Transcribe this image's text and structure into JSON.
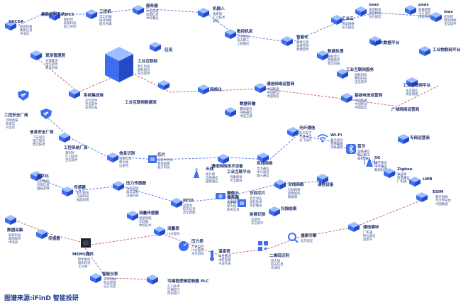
{
  "source": "图谱来源:iFinD 智能投研",
  "colors": {
    "line_blue": "#2b54d6",
    "line_red": "#b5345a",
    "node": "#3f6df0",
    "node_light": "#9cc0ff"
  },
  "nodes": [
    {
      "id": "sacda",
      "label": "SACDA",
      "items": [
        "航新科技",
        "赛意信息",
        "中海达"
      ]
    },
    {
      "id": "scada",
      "label": "集散控制系统DCS",
      "items": [
        "和利时",
        "航新科技",
        "浙江中控"
      ]
    },
    {
      "id": "ipc",
      "label": "工控机",
      "items": [
        "华工机械",
        "研祥智能",
        "航天长峰"
      ]
    },
    {
      "id": "server",
      "label": "服务器",
      "items": [
        "中国长城",
        "浪潮信息",
        "中科曙光"
      ]
    },
    {
      "id": "robot",
      "label": "机器人",
      "items": [
        "埃斯顿",
        "汇川技术",
        "新松"
      ]
    },
    {
      "id": "saas",
      "label": "saas",
      "items": [
        "美亚柏科",
        "用友网络",
        "东方国信"
      ]
    },
    {
      "id": "paas",
      "label": "paas",
      "items": [
        "四维图新",
        "东方国信",
        "用友网络"
      ]
    },
    {
      "id": "iaas",
      "label": "iaas",
      "items": [
        "优刻得",
        "用友网络",
        "宝信软件"
      ]
    },
    {
      "id": "iot_pf",
      "label": "工业物联网平台",
      "items": []
    },
    {
      "id": "bigdata_pf",
      "label": "工业大数据平台",
      "items": []
    },
    {
      "id": "cloud",
      "label": "工业云",
      "items": [
        "用友网络",
        "东方国信"
      ]
    },
    {
      "id": "cnc",
      "label": "数控机床",
      "items": [
        "华中数控",
        "海天精工",
        "上机数控"
      ]
    },
    {
      "id": "mes",
      "label": "现场管理层",
      "items": [
        "天健集团",
        "宝信软件",
        "新元科技"
      ]
    },
    {
      "id": "sysint",
      "label": "系统集成商",
      "items": [
        "东华软件",
        "宝信软件",
        "长亮科技"
      ]
    },
    {
      "id": "iiot_flow",
      "label": "工业互联网",
      "items": [
        "和仁科技",
        "能科股份",
        "东华软件"
      ]
    },
    {
      "id": "app",
      "label": "应用",
      "items": []
    },
    {
      "id": "iiot_data",
      "label": "工业互联网数据流",
      "items": []
    },
    {
      "id": "smartize",
      "label": "智能化",
      "items": [
        "赛意信息",
        "海得控制",
        "鼎捷软件"
      ]
    },
    {
      "id": "dataproc",
      "label": "数据处理",
      "items": [
        "海联金汇",
        "鼎捷软件",
        "新元科技"
      ]
    },
    {
      "id": "iiot_svc",
      "label": "工业互联网服务",
      "items": [
        "国脉科技",
        "数知科技",
        "宝信软件"
      ]
    },
    {
      "id": "iiot_pf",
      "label": "工业互联网平台",
      "items": [
        "东方国信",
        "用友网络"
      ]
    },
    {
      "id": "netize",
      "label": "网络化",
      "items": []
    },
    {
      "id": "telecom",
      "label": "通信网络运营商",
      "items": [
        "中国联通",
        "中国移动",
        "中国电信"
      ]
    },
    {
      "id": "basic_tel",
      "label": "基础电信运营商",
      "items": [
        "中国联通",
        "中国移动",
        "中国电信"
      ]
    },
    {
      "id": "wan",
      "label": "广域网络运营商",
      "items": []
    },
    {
      "id": "datatx",
      "label": "数据传输",
      "items": [
        "鑫网股份",
        "海格通信",
        "中国卫通"
      ]
    },
    {
      "id": "ics_sec",
      "label": "工控安全厂商",
      "items": [
        "启明星辰",
        "奇安信",
        "众业达"
      ]
    },
    {
      "id": "infosec",
      "label": "信息安全厂商",
      "items": [
        "飞天诚信",
        "银江股份",
        "鼎汉技术"
      ]
    },
    {
      "id": "ind_sys",
      "label": "工控系统厂商",
      "items": [
        "和利时",
        "汇川技术",
        "宝信软件"
      ]
    },
    {
      "id": "optical",
      "label": "光纤通信",
      "items": [
        "航天电子",
        "亨通光电",
        "长飞光纤"
      ]
    },
    {
      "id": "wifi",
      "label": "Wi-Fi",
      "items": [
        "紫光股份",
        "星网锐捷",
        "海格通信"
      ]
    },
    {
      "id": "bt",
      "label": "蓝牙",
      "items": [
        "盛路通信",
        "春兴精工",
        "泰和新材"
      ]
    },
    {
      "id": "private",
      "label": "专网运营商",
      "items": []
    },
    {
      "id": "digit",
      "label": "数字化",
      "items": [
        "东软集团",
        "启明信息",
        "国辰美特"
      ]
    },
    {
      "id": "info_id",
      "label": "信息识别",
      "items": [
        "石基信息",
        "新大陆",
        "远望谷"
      ]
    },
    {
      "id": "chip",
      "label": "芯片",
      "items": [
        "海思半导体",
        "紫光国微",
        "晶方科技"
      ]
    },
    {
      "id": "comm_mod",
      "label": "通信网络技术设备",
      "items": []
    },
    {
      "id": "wired",
      "label": "有线网络",
      "items": [
        "华为通信",
        "中兴通讯",
        "烽火通信"
      ]
    },
    {
      "id": "g5",
      "label": "5G",
      "items": [
        "通宇通讯",
        "中兴通讯",
        "数知科技"
      ]
    },
    {
      "id": "zigbee",
      "label": "Zigbee",
      "items": [
        "泰凌微",
        "移远通信",
        "广和通"
      ]
    },
    {
      "id": "lwb",
      "label": "LWB",
      "items": []
    },
    {
      "id": "sensor",
      "label": "传感器",
      "items": [
        "歌尔股份",
        "汉威科技",
        "福晶科技"
      ]
    },
    {
      "id": "antenna",
      "label": "天线",
      "items": [
        "硕贝德",
        "信维通信",
        "盛路通信"
      ]
    },
    {
      "id": "ind_plat",
      "label": "工业互联平台",
      "items": [
        "海康威视",
        "大华股份"
      ]
    },
    {
      "id": "camera",
      "label": "摄像头",
      "items": [
        "海康威视",
        "大华股份"
      ]
    },
    {
      "id": "pressure",
      "label": "压力传感器",
      "items": [
        "东华测试",
        "威孚高科",
        "汉威科技"
      ]
    },
    {
      "id": "flow",
      "label": "流量传感器",
      "items": [
        "威星智能",
        "华润微",
        "中控技术"
      ]
    },
    {
      "id": "rfid",
      "label": "RFID",
      "items": [
        "远望谷",
        "航天信息",
        "达华智能"
      ]
    },
    {
      "id": "reader",
      "label": "读写器",
      "items": [
        "远望谷",
        "新大陆",
        "航天信息"
      ]
    },
    {
      "id": "wireless",
      "label": "无线网络",
      "items": [
        "亿联网络",
        "富春股份",
        "数据港"
      ]
    },
    {
      "id": "comm_dev",
      "label": "通信设备",
      "items": []
    },
    {
      "id": "esim",
      "label": "ESIM",
      "items": [
        "紫光国微",
        "华大半导体",
        "中国联通"
      ]
    },
    {
      "id": "id_chip",
      "label": "识别芯片",
      "items": [
        "北京君正",
        "国民技术",
        "东软载波"
      ]
    },
    {
      "id": "scan",
      "label": "扫描结果",
      "items": []
    },
    {
      "id": "comm_module",
      "label": "通信模块",
      "items": [
        "广和通",
        "移远通信",
        "高新兴"
      ]
    },
    {
      "id": "daq",
      "label": "数据采集",
      "items": [
        "航新科技",
        "超图软件",
        "中海达"
      ]
    },
    {
      "id": "sensor2",
      "label": "传感器",
      "items": []
    },
    {
      "id": "mems",
      "label": "MEMS器件",
      "items": [
        "歌尔股份",
        "瑞声科技",
        "士兰微"
      ]
    },
    {
      "id": "flowmeter",
      "label": "流量表",
      "items": [
        "川仪股份"
      ]
    },
    {
      "id": "gauge",
      "label": "压力表",
      "items": [
        "万讯自控",
        "川仪股份",
        "东华测试"
      ]
    },
    {
      "id": "thermo",
      "label": "温度表",
      "items": [
        "拓普集团",
        "中航电测",
        "宁波水表"
      ]
    },
    {
      "id": "barcode",
      "label": "二维码识别",
      "items": [
        "新大陆",
        "航天信息",
        "优博讯"
      ]
    },
    {
      "id": "rfidtag",
      "label": "射频识别",
      "items": [
        "远望谷",
        "东信和平"
      ]
    },
    {
      "id": "scanner",
      "label": "搜索引擎",
      "items": [
        "北京君正"
      ]
    },
    {
      "id": "plc",
      "label": "可编程逻辑控制器 PLC",
      "items": [
        "汇川技术",
        "信捷电气",
        "伟创电气"
      ]
    },
    {
      "id": "switch",
      "label": "智能仪表",
      "items": [
        "东华测试",
        "科远智慧",
        "远方信息"
      ]
    }
  ]
}
